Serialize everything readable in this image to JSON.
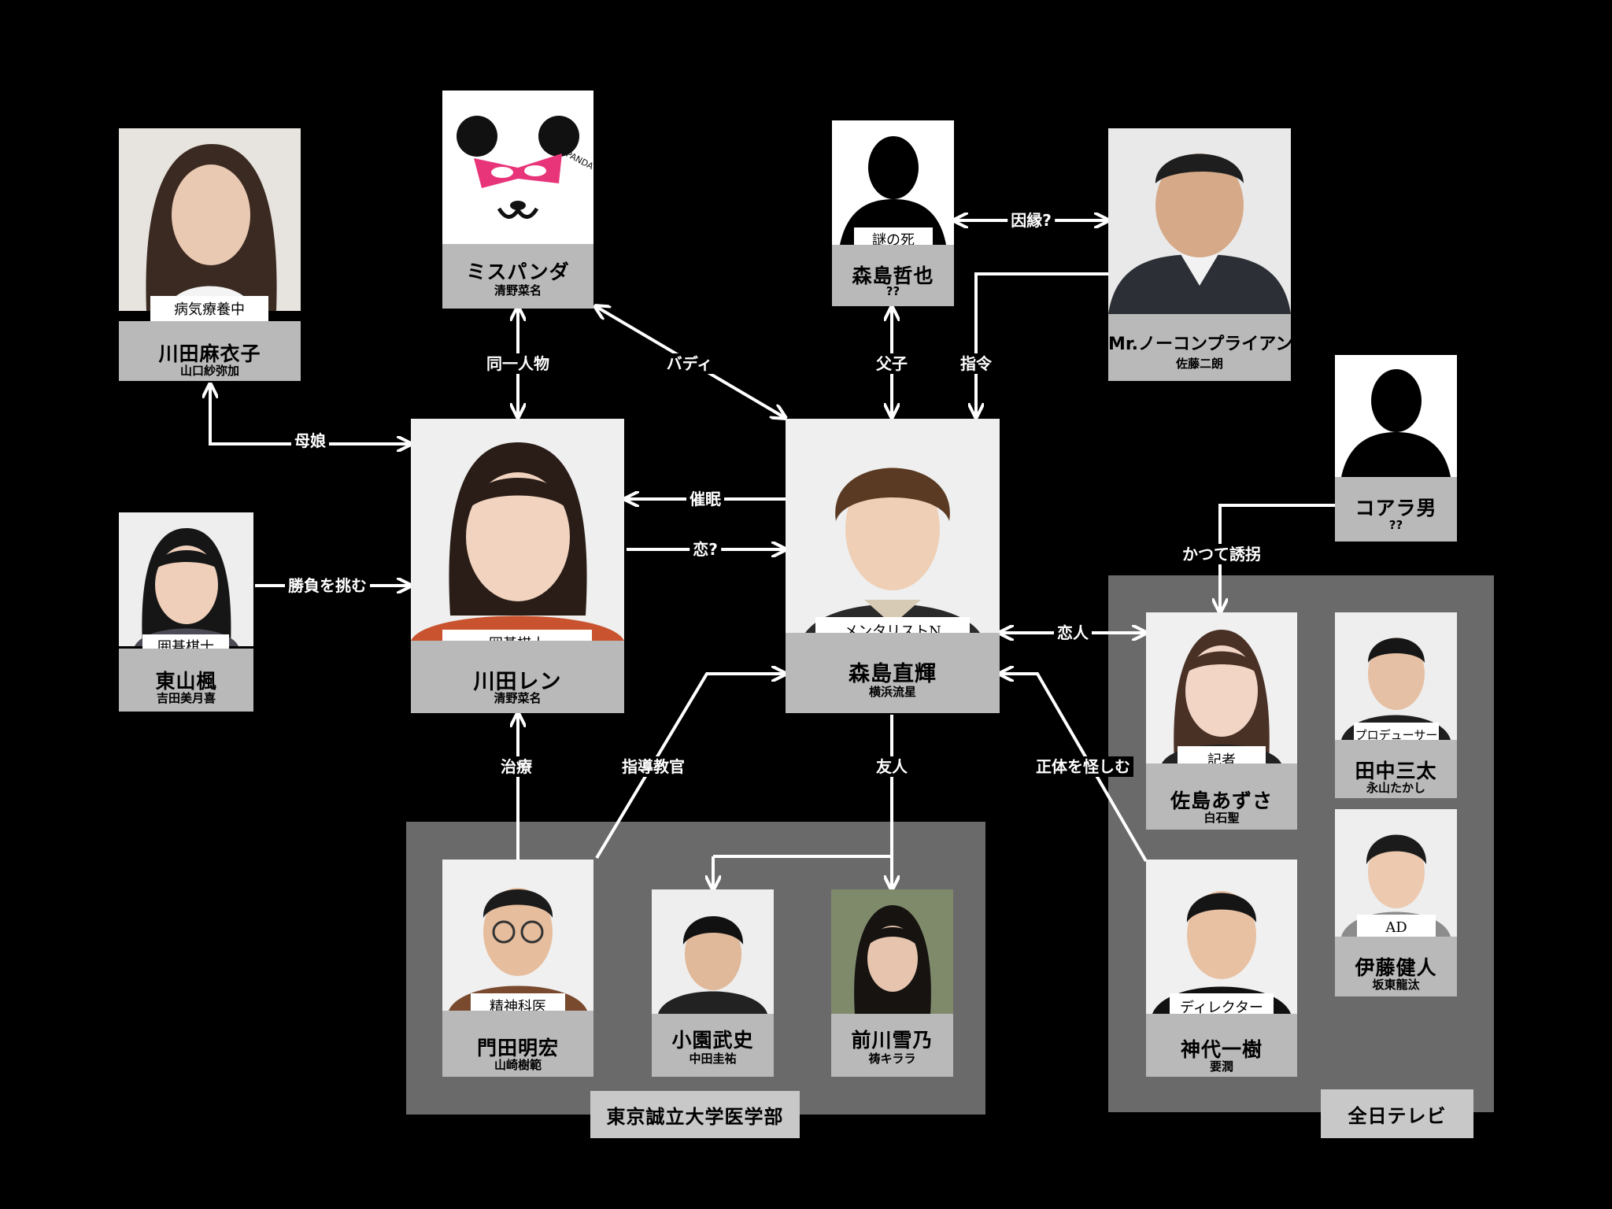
{
  "groups": {
    "university": "東京誠立大学医学部",
    "tv": "全日テレビ"
  },
  "characters": {
    "mariko": {
      "role": "病気療養中",
      "name": "川田麻衣子",
      "actor": "山口紗弥加"
    },
    "panda": {
      "name": "ミスパンダ",
      "actor": "清野菜名",
      "logo_text": "Miss PANDA"
    },
    "tetsuya": {
      "role": "謎の死",
      "name": "森島哲也",
      "actor": "??"
    },
    "mr": {
      "name": "Mr.ノーコンプライアンス",
      "actor": "佐藤二朗"
    },
    "koara": {
      "name": "コアラ男",
      "actor": "??"
    },
    "kaede": {
      "role": "囲碁棋士",
      "name": "東山楓",
      "actor": "吉田美月喜"
    },
    "ren": {
      "role": "囲碁棋士",
      "name": "川田レン",
      "actor": "清野菜名"
    },
    "naoki": {
      "role": "メンタリストN",
      "name": "森島直輝",
      "actor": "横浜流星"
    },
    "azusa": {
      "role": "記者",
      "name": "佐島あずさ",
      "actor": "白石聖"
    },
    "tanaka": {
      "role": "プロデューサー",
      "name": "田中三太",
      "actor": "永山たかし"
    },
    "ito": {
      "role": "AD",
      "name": "伊藤健人",
      "actor": "坂東龍汰"
    },
    "kamishiro": {
      "role": "ディレクター",
      "name": "神代一樹",
      "actor": "要潤"
    },
    "monden": {
      "role": "精神科医",
      "name": "門田明宏",
      "actor": "山崎樹範"
    },
    "kozono": {
      "name": "小園武史",
      "actor": "中田圭祐"
    },
    "maekawa": {
      "name": "前川雪乃",
      "actor": "祷キララ"
    }
  },
  "relations": {
    "oyako_hahamusume": "母娘",
    "dou_itsu": "同一人物",
    "buddy": "バディ",
    "fushi": "父子",
    "shirei": "指令",
    "innen": "因縁?",
    "saimin": "催眠",
    "koi": "恋?",
    "shoubu": "勝負を挑む",
    "katsute": "かつて誘拐",
    "koibito": "恋人",
    "chiryou": "治療",
    "shidou": "指導教官",
    "yuujin": "友人",
    "shoutai": "正体を怪しむ"
  },
  "colors": {
    "background": "#000000",
    "group_bg": "#6a6a6a",
    "name_bg": "#b9b9b9",
    "panda_mask": "#e8357a"
  }
}
